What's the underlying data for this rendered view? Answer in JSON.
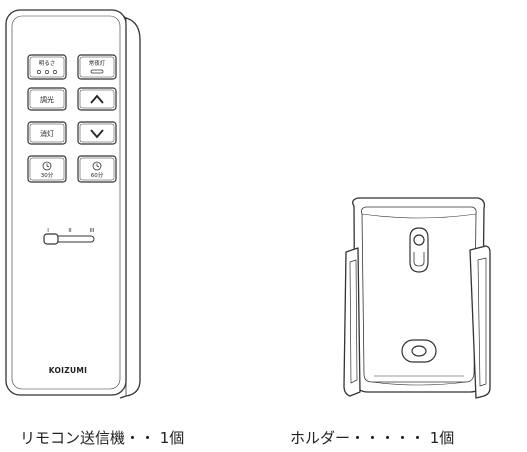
{
  "remote": {
    "buttons": {
      "light_level": "明るさ",
      "nightlight": "常夜灯",
      "dim": "調光",
      "off": "消灯",
      "timer_30": "30分",
      "timer_60": "60分"
    },
    "slider_ticks": [
      "I",
      "II",
      "III"
    ],
    "brand": "KOIZUMI"
  },
  "captions": {
    "remote": "リモコン送信機・・ 1個",
    "holder": "ホルダー・・・・・ 1個"
  }
}
